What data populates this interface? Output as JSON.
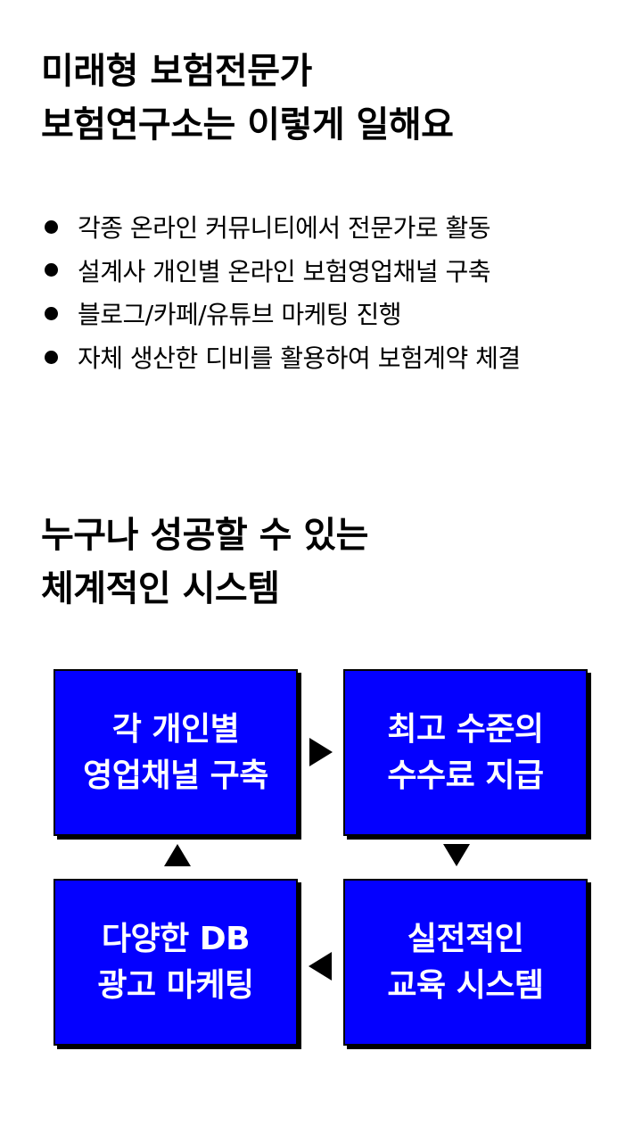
{
  "section1": {
    "title_lines": [
      "미래형 보험전문가",
      "보험연구소는 이렇게 일해요"
    ],
    "bullets": [
      "각종 온라인 커뮤니티에서 전문가로 활동",
      "설계사 개인별 온라인 보험영업채널 구축",
      "블로그/카페/유튜브 마케팅 진행",
      "자체 생산한 디비를 활용하여 보험계약 체결"
    ]
  },
  "section2": {
    "title_lines": [
      "누구나 성공할 수 있는",
      "체계적인 시스템"
    ],
    "cycle": [
      {
        "lines": [
          "각 개인별",
          "영업채널 구축"
        ]
      },
      {
        "lines": [
          "최고 수준의",
          "수수료 지급"
        ]
      },
      {
        "lines": [
          "실전적인",
          "교육 시스템"
        ]
      },
      {
        "lines": [
          "다양한 DB",
          "광고 마케팅"
        ]
      }
    ]
  },
  "colors": {
    "box_bg": "#0400ff",
    "box_text": "#ffffff",
    "text": "#000000"
  },
  "icons": [
    "arrow-right-icon",
    "arrow-down-icon",
    "arrow-left-icon",
    "arrow-up-icon"
  ]
}
